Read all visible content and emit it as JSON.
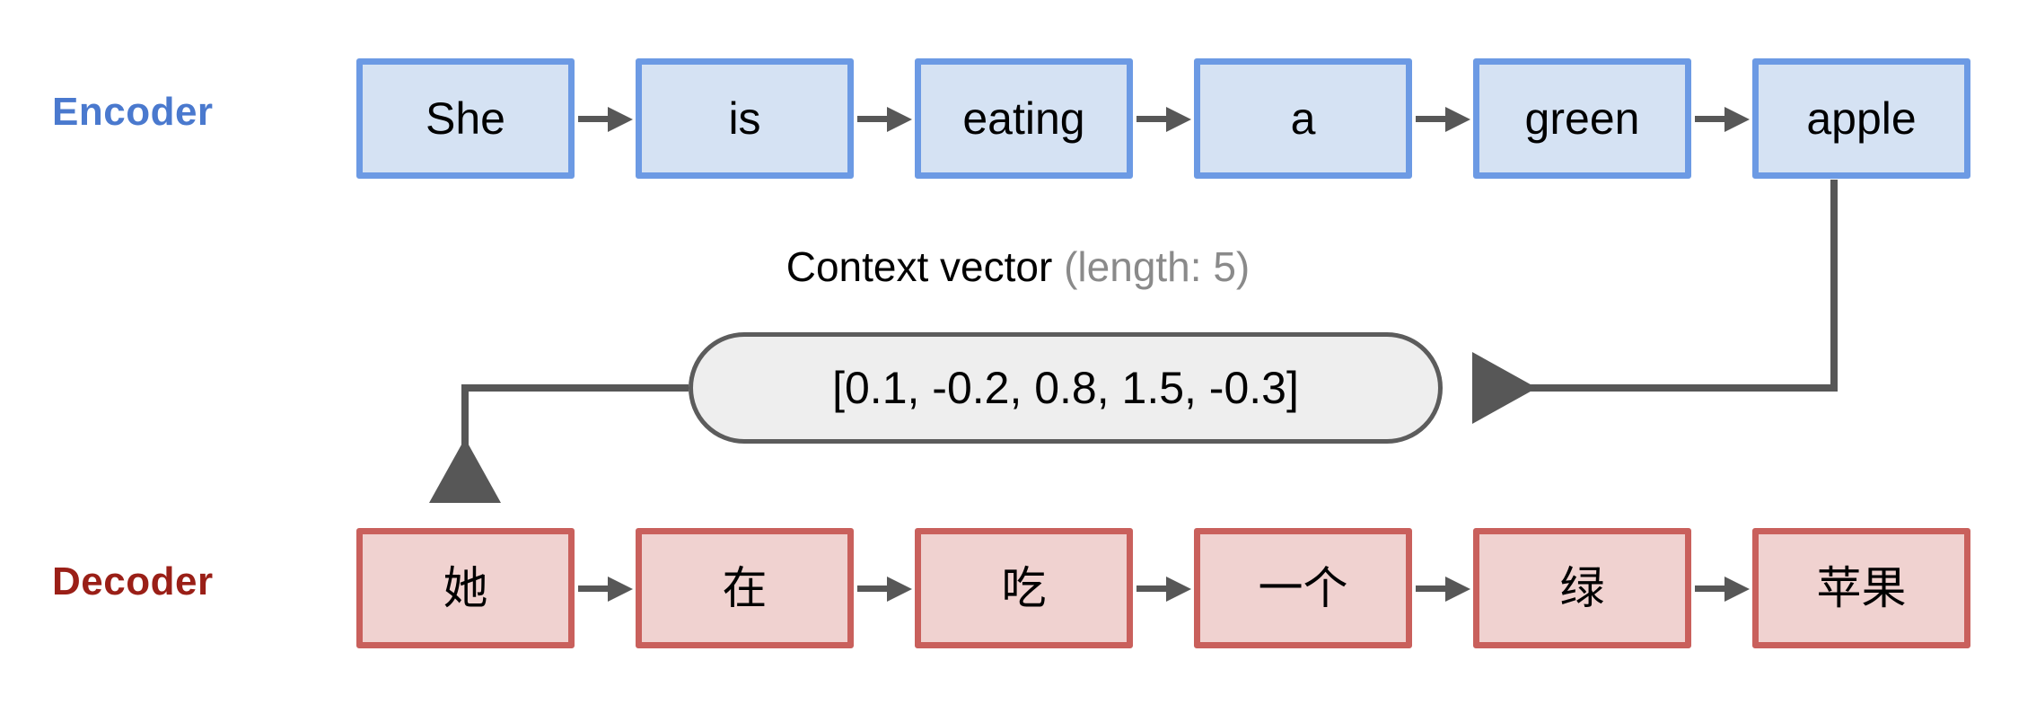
{
  "diagram": {
    "encoder": {
      "label": "Encoder",
      "color": "#4a79ce",
      "box_fill": "#d5e2f3",
      "box_border": "#6c9ae4",
      "tokens": [
        "She",
        "is",
        "eating",
        "a",
        "green",
        "apple"
      ]
    },
    "decoder": {
      "label": "Decoder",
      "color": "#9a1f17",
      "box_fill": "#f0d2d0",
      "box_border": "#c9605c",
      "tokens": [
        "她",
        "在",
        "吃",
        "一个",
        "绿",
        "苹果"
      ]
    },
    "context": {
      "caption_main": "Context vector",
      "caption_muted": " (length: 5)",
      "value_text": "[0.1, -0.2, 0.8, 1.5, -0.3]",
      "values": [
        0.1,
        -0.2,
        0.8,
        1.5,
        -0.3
      ],
      "length": 5,
      "fill": "#eeeeee",
      "border": "#5c5c5c"
    },
    "arrows": {
      "color": "#575757",
      "encoder_to_context": "from bottom of last encoder token down and left into context vector",
      "context_to_decoder": "from left of context vector left and down into first decoder token"
    }
  }
}
